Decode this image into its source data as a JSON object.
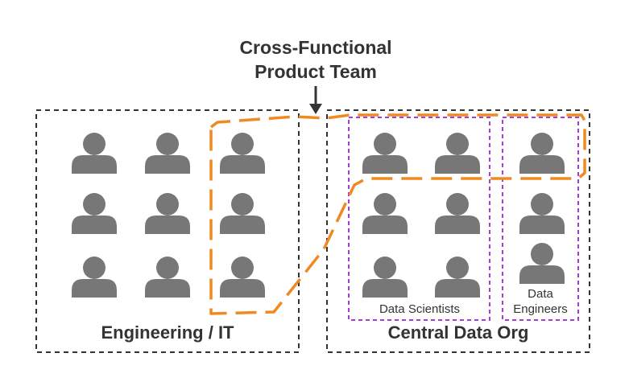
{
  "title": {
    "line1": "Cross-Functional",
    "line2": "Product Team"
  },
  "groups": {
    "engineering": {
      "label": "Engineering / IT"
    },
    "central_data": {
      "label": "Central Data Org"
    },
    "data_scientists": {
      "label": "Data Scientists"
    },
    "data_engineers": {
      "label_line1": "Data",
      "label_line2": "Engineers"
    }
  },
  "colors": {
    "person": "#777777",
    "outer_border": "#333333",
    "team_outline": "#ef8a22",
    "subgroup_border": "#a83bd6",
    "text": "#333333"
  },
  "icons": {
    "person": "person-icon",
    "arrow": "down-arrow-icon"
  }
}
